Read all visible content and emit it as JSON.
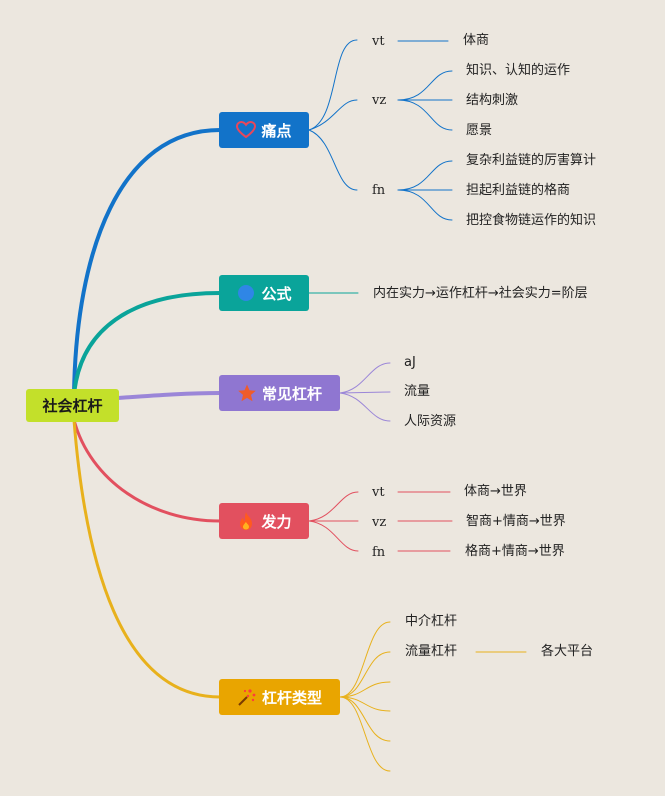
{
  "root": {
    "label": "社会杠杆",
    "color": "#c3e02a"
  },
  "branches": [
    {
      "id": "painpoint",
      "label": "痛点",
      "color": "#1273c9",
      "line_color": "#1273c9",
      "icon": "heart-outline-icon",
      "children": [
        {
          "label": "vt",
          "children": [
            "体商"
          ]
        },
        {
          "label": "vz",
          "children": [
            "知识、认知的运作",
            "结构刺激",
            "愿景"
          ]
        },
        {
          "label": "fn",
          "children": [
            "复杂利益链的厉害算计",
            "担起利益链的格商",
            "把控食物链运作的知识"
          ]
        }
      ]
    },
    {
      "id": "formula",
      "label": "公式",
      "color": "#0aa49a",
      "line_color": "#0aa49a",
      "icon": "blue-circle-icon",
      "children": [
        {
          "label": "内在实力→运作杠杆→社会实力=阶层"
        }
      ]
    },
    {
      "id": "common",
      "label": "常见杠杆",
      "color": "#8f76d1",
      "line_color": "#9b86d8",
      "icon": "star-icon",
      "children": [
        {
          "label": "aJ"
        },
        {
          "label": "流量"
        },
        {
          "label": "人际资源"
        }
      ]
    },
    {
      "id": "force",
      "label": "发力",
      "color": "#e2505f",
      "line_color": "#e2505f",
      "icon": "fire-icon",
      "children": [
        {
          "label": "vt",
          "children": [
            "体商→世界"
          ]
        },
        {
          "label": "vz",
          "children": [
            "智商+情商→世界"
          ]
        },
        {
          "label": "fn",
          "children": [
            "格商+情商→世界"
          ]
        }
      ]
    },
    {
      "id": "types",
      "label": "杠杆类型",
      "color": "#e9a500",
      "line_color": "#e8b11c",
      "icon": "sparkle-icon",
      "children": [
        {
          "label": "中介杠杆"
        },
        {
          "label": "流量杠杆",
          "children": [
            "各大平台"
          ]
        },
        {
          "label": ""
        },
        {
          "label": ""
        },
        {
          "label": ""
        },
        {
          "label": ""
        }
      ]
    }
  ]
}
